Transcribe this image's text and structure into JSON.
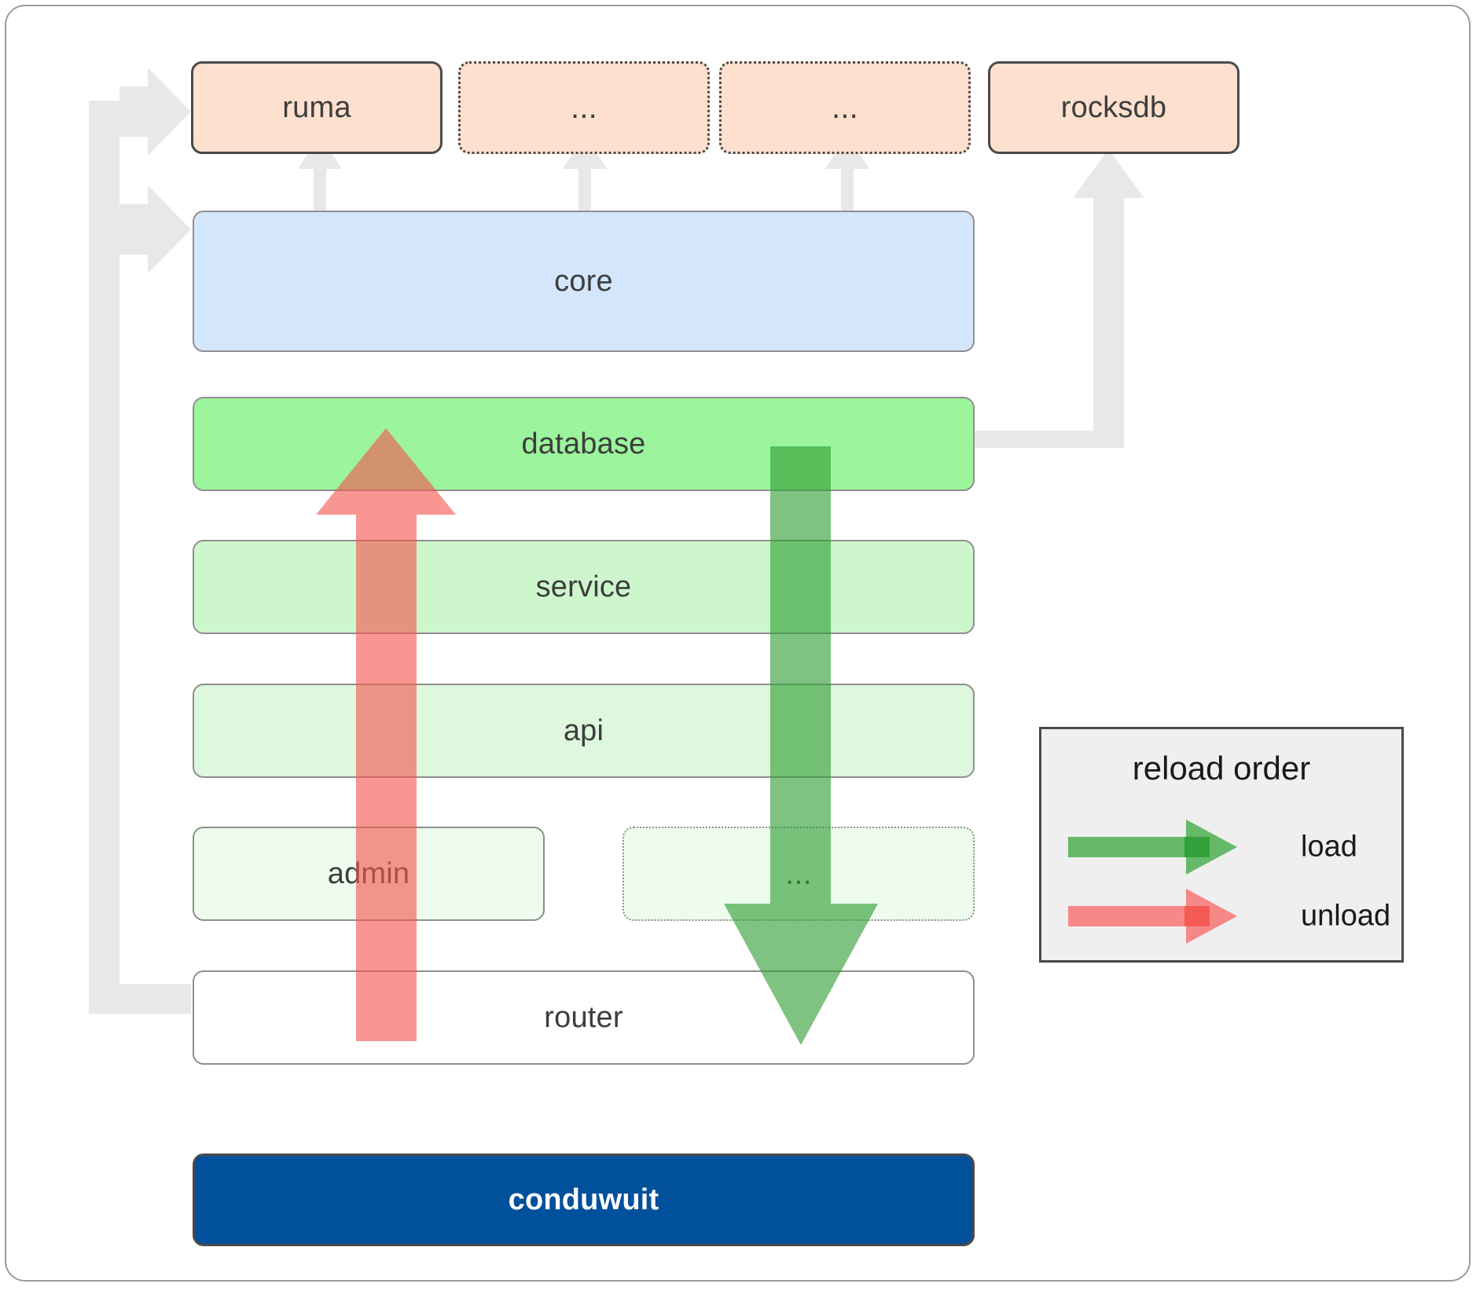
{
  "diagram": {
    "title": "conduwuit crate layering / reload order",
    "colors": {
      "external_fill": "#fde0cd",
      "external_border": "#4a4a4a",
      "core_fill": "#d4e6fb",
      "database_fill": "#9cf49c",
      "service_fill": "#cdf6cd",
      "api_fill": "#ddf8dd",
      "admin_fill": "#edfced",
      "router_fill": "#ffffff",
      "conduwuit_fill": "#01509b",
      "conduwuit_text": "#ffffff",
      "node_border_gray": "#8f8f8f",
      "connector_gray": "#e8e8e8",
      "load_green": "#4caf50",
      "unload_red": "#f77c7c",
      "legend_bg": "#efefef",
      "legend_border": "#4a4a4a",
      "frame_border": "#9b9b9b",
      "text": "#3d3d3d"
    },
    "external_row": [
      {
        "label": "ruma",
        "style": "solid"
      },
      {
        "label": "...",
        "style": "dotted"
      },
      {
        "label": "...",
        "style": "dotted"
      },
      {
        "label": "rocksdb",
        "style": "solid"
      }
    ],
    "layers": [
      {
        "label": "core",
        "style": "solid"
      },
      {
        "label": "database",
        "style": "solid"
      },
      {
        "label": "service",
        "style": "solid"
      },
      {
        "label": "api",
        "style": "solid"
      }
    ],
    "split_row": [
      {
        "label": "admin",
        "style": "solid"
      },
      {
        "label": "...",
        "style": "dotted"
      }
    ],
    "router": {
      "label": "router",
      "style": "solid"
    },
    "root": {
      "label": "conduwuit",
      "style": "solid"
    }
  },
  "legend": {
    "title": "reload order",
    "items": [
      {
        "label": "load",
        "color": "#4caf50",
        "direction": "right"
      },
      {
        "label": "unload",
        "color": "#f77c7c",
        "direction": "right"
      }
    ]
  },
  "flows": {
    "load": {
      "label": "load",
      "direction": "down",
      "from": "database",
      "to": "router"
    },
    "unload": {
      "label": "unload",
      "direction": "up",
      "from": "router",
      "to": "database"
    }
  }
}
